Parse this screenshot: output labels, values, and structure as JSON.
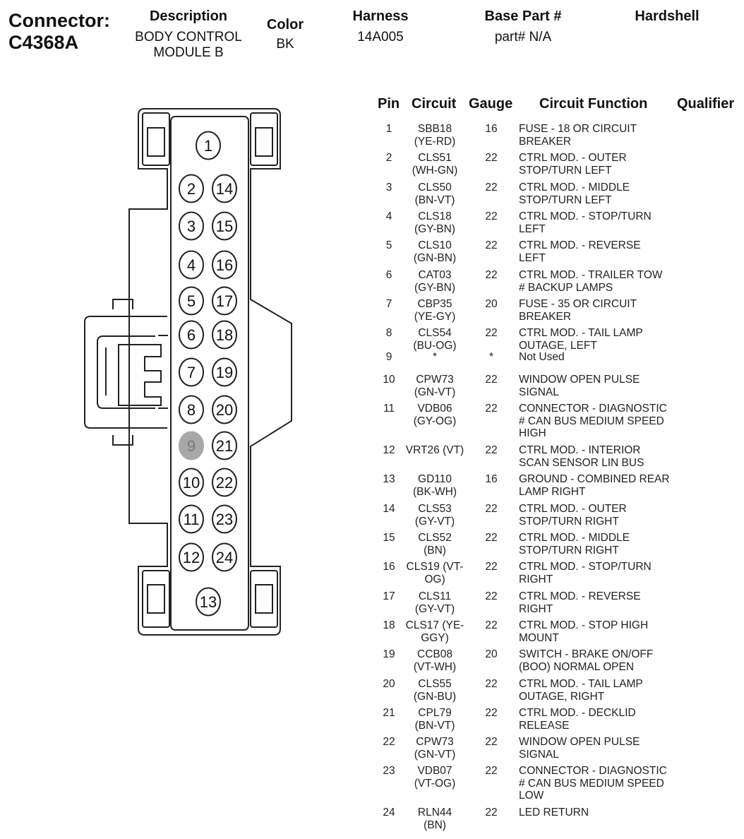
{
  "connector": {
    "label": "Connector:",
    "id": "C4368A"
  },
  "header": {
    "description": {
      "heading": "Description",
      "value_line1": "BODY CONTROL",
      "value_line2": "MODULE B"
    },
    "color": {
      "heading": "Color",
      "value": "BK"
    },
    "harness": {
      "heading": "Harness",
      "value": "14A005"
    },
    "base_part": {
      "heading": "Base Part #",
      "value": "part# N/A"
    },
    "hardshell": {
      "heading": "Hardshell",
      "value": ""
    }
  },
  "table": {
    "headers": {
      "pin": "Pin",
      "circuit": "Circuit",
      "gauge": "Gauge",
      "function": "Circuit Function",
      "qualifier": "Qualifier"
    },
    "rows": [
      {
        "pin": "1",
        "circuit": [
          "SBB18",
          "(YE-RD)"
        ],
        "gauge": "16",
        "function": [
          "FUSE - 18 OR CIRCUIT",
          "BREAKER"
        ]
      },
      {
        "pin": "2",
        "circuit": [
          "CLS51",
          "(WH-GN)"
        ],
        "gauge": "22",
        "function": [
          "CTRL MOD. - OUTER",
          "STOP/TURN LEFT"
        ]
      },
      {
        "pin": "3",
        "circuit": [
          "CLS50",
          "(BN-VT)"
        ],
        "gauge": "22",
        "function": [
          "CTRL MOD. - MIDDLE",
          "STOP/TURN LEFT"
        ]
      },
      {
        "pin": "4",
        "circuit": [
          "CLS18",
          "(GY-BN)"
        ],
        "gauge": "22",
        "function": [
          "CTRL MOD. - STOP/TURN",
          "LEFT"
        ]
      },
      {
        "pin": "5",
        "circuit": [
          "CLS10",
          "(GN-BN)"
        ],
        "gauge": "22",
        "function": [
          "CTRL MOD. - REVERSE",
          "LEFT"
        ]
      },
      {
        "pin": "6",
        "circuit": [
          "CAT03",
          "(GY-BN)"
        ],
        "gauge": "22",
        "function": [
          "CTRL MOD. - TRAILER TOW",
          "# BACKUP LAMPS"
        ]
      },
      {
        "pin": "7",
        "circuit": [
          "CBP35",
          "(YE-GY)"
        ],
        "gauge": "20",
        "function": [
          "FUSE - 35 OR CIRCUIT",
          "BREAKER"
        ]
      },
      {
        "pin": "8",
        "circuit": [
          "CLS54",
          "(BU-OG)"
        ],
        "gauge": "22",
        "function": [
          "CTRL MOD. - TAIL LAMP",
          "OUTAGE, LEFT"
        ]
      },
      {
        "pin": "9",
        "circuit": [
          "*"
        ],
        "gauge": "*",
        "function": [
          "Not Used"
        ]
      },
      {
        "pin": "10",
        "circuit": [
          "CPW73",
          "(GN-VT)"
        ],
        "gauge": "22",
        "function": [
          "WINDOW OPEN PULSE",
          "SIGNAL"
        ]
      },
      {
        "pin": "11",
        "circuit": [
          "VDB06",
          "(GY-OG)"
        ],
        "gauge": "22",
        "function": [
          "CONNECTOR - DIAGNOSTIC",
          "# CAN BUS MEDIUM SPEED",
          "HIGH"
        ]
      },
      {
        "pin": "12",
        "circuit": [
          "VRT26 (VT)"
        ],
        "gauge": "22",
        "function": [
          "CTRL MOD. - INTERIOR",
          "SCAN SENSOR LIN BUS"
        ]
      },
      {
        "pin": "13",
        "circuit": [
          "GD110",
          "(BK-WH)"
        ],
        "gauge": "16",
        "function": [
          "GROUND - COMBINED REAR",
          "LAMP RIGHT"
        ]
      },
      {
        "pin": "14",
        "circuit": [
          "CLS53",
          "(GY-VT)"
        ],
        "gauge": "22",
        "function": [
          "CTRL MOD. - OUTER",
          "STOP/TURN RIGHT"
        ]
      },
      {
        "pin": "15",
        "circuit": [
          "CLS52",
          "(BN)"
        ],
        "gauge": "22",
        "function": [
          "CTRL MOD. - MIDDLE",
          "STOP/TURN RIGHT"
        ]
      },
      {
        "pin": "16",
        "circuit": [
          "CLS19 (VT-",
          "OG)"
        ],
        "gauge": "22",
        "function": [
          "CTRL MOD. - STOP/TURN",
          "RIGHT"
        ]
      },
      {
        "pin": "17",
        "circuit": [
          "CLS11",
          "(GY-VT)"
        ],
        "gauge": "22",
        "function": [
          "CTRL MOD. - REVERSE",
          "RIGHT"
        ]
      },
      {
        "pin": "18",
        "circuit": [
          "CLS17 (YE-",
          "GGY)"
        ],
        "gauge": "22",
        "function": [
          "CTRL MOD. - STOP HIGH",
          "MOUNT"
        ]
      },
      {
        "pin": "19",
        "circuit": [
          "CCB08",
          "(VT-WH)"
        ],
        "gauge": "20",
        "function": [
          "SWITCH - BRAKE ON/OFF",
          "(BOO) NORMAL OPEN"
        ]
      },
      {
        "pin": "20",
        "circuit": [
          "CLS55",
          "(GN-BU)"
        ],
        "gauge": "22",
        "function": [
          "CTRL MOD. - TAIL LAMP",
          "OUTAGE, RIGHT"
        ]
      },
      {
        "pin": "21",
        "circuit": [
          "CPL79",
          "(BN-VT)"
        ],
        "gauge": "22",
        "function": [
          "CTRL MOD. - DECKLID",
          "RELEASE"
        ]
      },
      {
        "pin": "22",
        "circuit": [
          "CPW73",
          "(GN-VT)"
        ],
        "gauge": "22",
        "function": [
          "WINDOW OPEN PULSE",
          "SIGNAL"
        ]
      },
      {
        "pin": "23",
        "circuit": [
          "VDB07",
          "(VT-OG)"
        ],
        "gauge": "22",
        "function": [
          "CONNECTOR - DIAGNOSTIC",
          "# CAN BUS MEDIUM SPEED",
          "LOW"
        ]
      },
      {
        "pin": "24",
        "circuit": [
          "RLN44",
          "(BN)"
        ],
        "gauge": "22",
        "function": [
          "LED RETURN"
        ]
      }
    ]
  },
  "diagram": {
    "pins": [
      {
        "label": "1",
        "unused": false
      },
      {
        "label": "2",
        "unused": false
      },
      {
        "label": "14",
        "unused": false
      },
      {
        "label": "3",
        "unused": false
      },
      {
        "label": "15",
        "unused": false
      },
      {
        "label": "4",
        "unused": false
      },
      {
        "label": "16",
        "unused": false
      },
      {
        "label": "5",
        "unused": false
      },
      {
        "label": "17",
        "unused": false
      },
      {
        "label": "6",
        "unused": false
      },
      {
        "label": "18",
        "unused": false
      },
      {
        "label": "7",
        "unused": false
      },
      {
        "label": "19",
        "unused": false
      },
      {
        "label": "8",
        "unused": false
      },
      {
        "label": "20",
        "unused": false
      },
      {
        "label": "9",
        "unused": true
      },
      {
        "label": "21",
        "unused": false
      },
      {
        "label": "10",
        "unused": false
      },
      {
        "label": "22",
        "unused": false
      },
      {
        "label": "11",
        "unused": false
      },
      {
        "label": "23",
        "unused": false
      },
      {
        "label": "12",
        "unused": false
      },
      {
        "label": "24",
        "unused": false
      },
      {
        "label": "13",
        "unused": false
      }
    ],
    "colors": {
      "stroke": "#222222",
      "unused_fill": "#a8a8a8",
      "unused_text": "#7a7a7a"
    }
  }
}
